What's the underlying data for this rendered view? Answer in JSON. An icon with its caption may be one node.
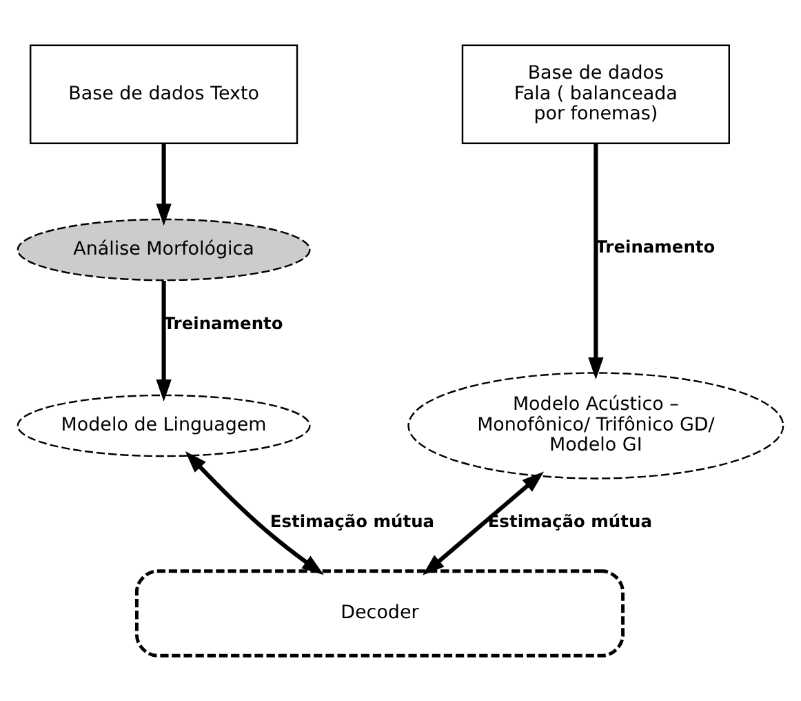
{
  "diagram": {
    "nodes": [
      {
        "text": [
          "Base de dados Texto"
        ]
      },
      {
        "text": [
          "Base de dados Fala ( balanceada por fonemas)"
        ]
      },
      {
        "text": [
          "Análise Morfológica"
        ]
      },
      {
        "text": [
          "Modelo de Linguagem"
        ]
      },
      {
        "text": [
          "Modelo Acústico – Monofônico/ Trifônico GD/ Modelo GI"
        ]
      },
      {
        "text": [
          "Decoder"
        ]
      }
    ],
    "edges": [
      {
        "from": 0,
        "to": 2,
        "arrow": "to"
      },
      {
        "from": 2,
        "to": 3,
        "arrow": "to",
        "label": "Treinamento"
      },
      {
        "from": 1,
        "to": 4,
        "arrow": "to",
        "label": "Treinamento"
      },
      {
        "from": 3,
        "to": 5,
        "arrow": "both",
        "label": "Estimação mútua"
      },
      {
        "from": 4,
        "to": 5,
        "arrow": "both",
        "label": "Estimação mútua"
      }
    ]
  }
}
